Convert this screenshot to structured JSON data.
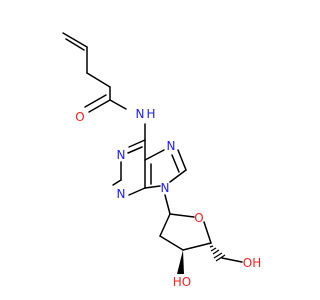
{
  "molecule": {
    "colors": {
      "carbon_bond": "#000000",
      "nitrogen": "#2020ff",
      "oxygen": "#ff2020",
      "background": "#ffffff"
    },
    "labels": {
      "amide_o": "O",
      "amide_nh": "N",
      "amide_h": "H",
      "n1": "N",
      "n3": "N",
      "n7": "N",
      "n9": "N",
      "ring_o": "O",
      "hydroxy_3": "HO",
      "hydroxy_5": "OH"
    }
  }
}
